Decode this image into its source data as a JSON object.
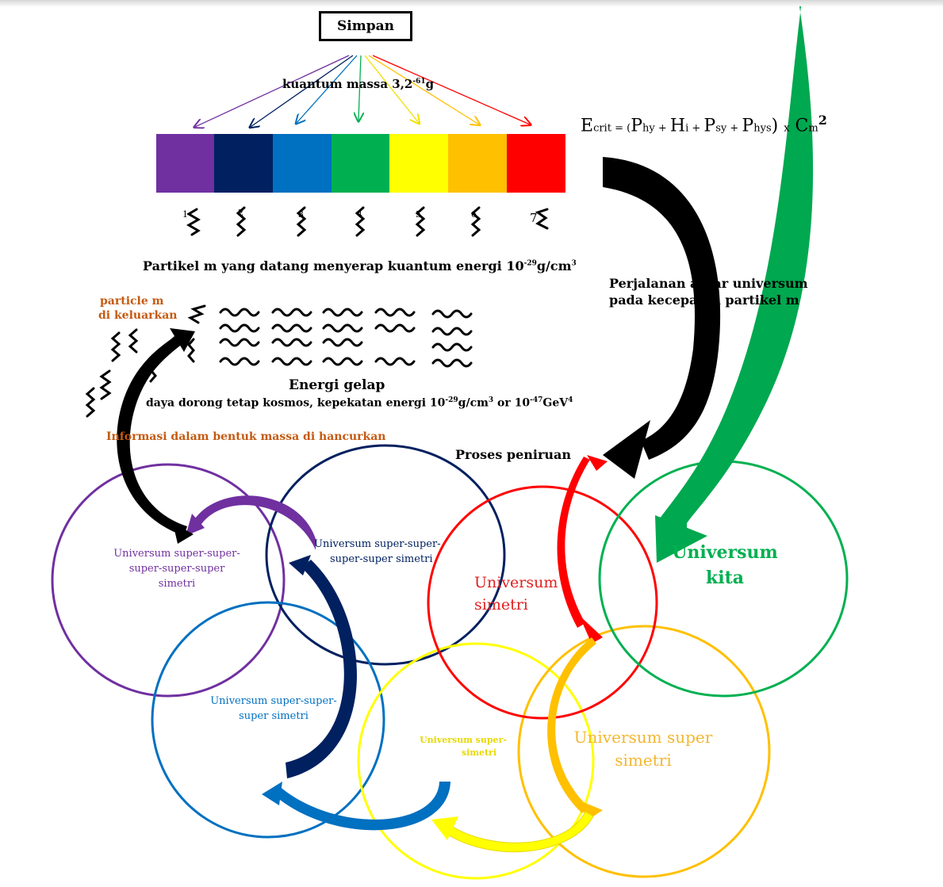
{
  "diagram": {
    "simpan_label": "Simpan",
    "quantum_label_main": "kuantum  massa 3,2",
    "quantum_label_exp": "-61",
    "quantum_label_unit": "g",
    "spectrum_colors": [
      "#7030a0",
      "#002060",
      "#0070c0",
      "#00b050",
      "#ffff00",
      "#ffc000",
      "#ff0000"
    ],
    "particle_numbers": [
      "1",
      "2",
      "3",
      "4",
      "5",
      "6",
      "7"
    ],
    "formula": {
      "E": "E",
      "crit": "crit",
      "eq": " = (",
      "P1": "P",
      "hy": "hy",
      "plus1": " + ",
      "H": "H",
      "i": "i",
      "plus2": " + ",
      "P2": "P",
      "sy": "sy",
      "plus3": " + ",
      "P3": "P",
      "hys": "hys",
      "close": ") ",
      "x": "x",
      "C": " C",
      "m": "m",
      "two": "2"
    },
    "absorb_text_main": "Partikel m yang datang menyerap kuantum energi 10",
    "absorb_text_exp": "-29",
    "absorb_text_unit": "g/cm",
    "absorb_text_exp2": "3",
    "travel_line1": "Perjalanan antar universum",
    "travel_line2": "pada kecepatan partikel m",
    "particle_released_line1": "particle m",
    "particle_released_line2": "di keluarkan",
    "dark_energy_title": "Energi gelap",
    "dark_energy_desc_main": "daya dorong tetap kosmos, kepekatan energi 10",
    "dark_energy_exp1": "-29",
    "dark_energy_mid": "g/cm",
    "dark_energy_exp2": "3",
    "dark_energy_or": " or 10",
    "dark_energy_exp3": "-47",
    "dark_energy_gev": "GeV",
    "dark_energy_exp4": "4",
    "info_destroyed": "Informasi dalam bentuk massa di hancurkan",
    "copying_process": "Proses peniruan",
    "universes": {
      "purple_line1": "Universum super-super-",
      "purple_line2": "super-super-super",
      "purple_line3": "simetri",
      "navy_line1": "Universum super-super-",
      "navy_line2": "super-super simetri",
      "blue_line1": "Universum super-super-",
      "blue_line2": "super simetri",
      "yellow_line1": "Universum super-",
      "yellow_line2": "simetri",
      "red_line1": "Universum",
      "red_line2": "simetri",
      "orange_line1": "Universum super",
      "orange_line2": "simetri",
      "green_line1": "Universum",
      "green_line2": "kita"
    },
    "colors": {
      "purple": "#7030a0",
      "navy": "#002060",
      "blue": "#0070c0",
      "green": "#00b050",
      "yellow": "#ffff00",
      "orange": "#ffc000",
      "red": "#ff0000",
      "brown_text": "#c55a11",
      "orange_text": "#f2b72f"
    }
  }
}
